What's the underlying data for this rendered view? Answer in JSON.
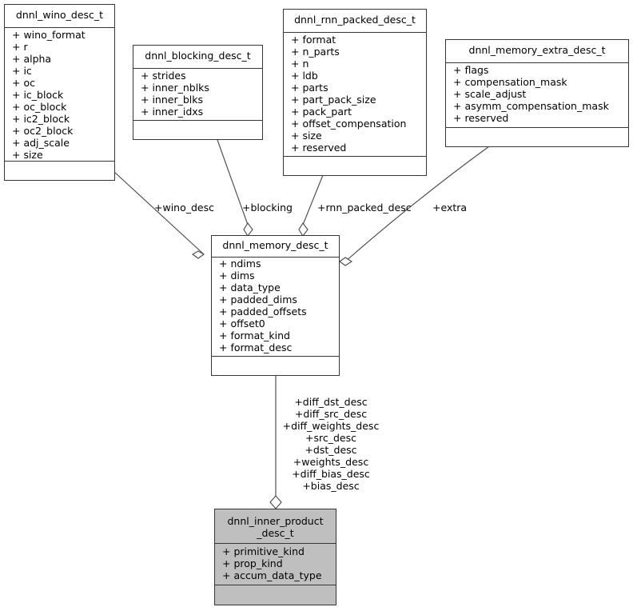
{
  "diagram": {
    "type": "uml-class-diagram",
    "title": "dnnl_inner_product_desc_t collaboration diagram",
    "colors": {
      "background": "#ffffff",
      "box_fill": "#ffffff",
      "box_fill_highlight": "#bfbfbf",
      "box_stroke": "#363636",
      "edge_stroke": "#4d4d4d",
      "text": "#000000"
    },
    "classes": [
      {
        "id": "dnnl_wino_desc_t",
        "name": "dnnl_wino_desc_t",
        "highlighted": false,
        "attributes": [
          "+ wino_format",
          "+ r",
          "+ alpha",
          "+ ic",
          "+ oc",
          "+ ic_block",
          "+ oc_block",
          "+ ic2_block",
          "+ oc2_block",
          "+ adj_scale",
          "+ size"
        ],
        "operations": []
      },
      {
        "id": "dnnl_blocking_desc_t",
        "name": "dnnl_blocking_desc_t",
        "highlighted": false,
        "attributes": [
          "+ strides",
          "+ inner_nblks",
          "+ inner_blks",
          "+ inner_idxs"
        ],
        "operations": []
      },
      {
        "id": "dnnl_rnn_packed_desc_t",
        "name": "dnnl_rnn_packed_desc_t",
        "highlighted": false,
        "attributes": [
          "+ format",
          "+ n_parts",
          "+ n",
          "+ ldb",
          "+ parts",
          "+ part_pack_size",
          "+ pack_part",
          "+ offset_compensation",
          "+ size",
          "+ reserved"
        ],
        "operations": []
      },
      {
        "id": "dnnl_memory_extra_desc_t",
        "name": "dnnl_memory_extra_desc_t",
        "highlighted": false,
        "attributes": [
          "+ flags",
          "+ compensation_mask",
          "+ scale_adjust",
          "+ asymm_compensation_mask",
          "+ reserved"
        ],
        "operations": []
      },
      {
        "id": "dnnl_memory_desc_t",
        "name": "dnnl_memory_desc_t",
        "highlighted": false,
        "attributes": [
          "+ ndims",
          "+ dims",
          "+ data_type",
          "+ padded_dims",
          "+ padded_offsets",
          "+ offset0",
          "+ format_kind",
          "+ format_desc"
        ],
        "operations": []
      },
      {
        "id": "dnnl_inner_product_desc_t",
        "name": "dnnl_inner_product\n_desc_t",
        "name_line1": "dnnl_inner_product",
        "name_line2": "_desc_t",
        "highlighted": true,
        "attributes": [
          "+ primitive_kind",
          "+ prop_kind",
          "+ accum_data_type"
        ],
        "operations": []
      }
    ],
    "edges": [
      {
        "from": "dnnl_wino_desc_t",
        "to": "dnnl_memory_desc_t",
        "kind": "aggregation",
        "labels": [
          "+wino_desc"
        ]
      },
      {
        "from": "dnnl_blocking_desc_t",
        "to": "dnnl_memory_desc_t",
        "kind": "aggregation",
        "labels": [
          "+blocking"
        ]
      },
      {
        "from": "dnnl_rnn_packed_desc_t",
        "to": "dnnl_memory_desc_t",
        "kind": "aggregation",
        "labels": [
          "+rnn_packed_desc"
        ]
      },
      {
        "from": "dnnl_memory_extra_desc_t",
        "to": "dnnl_memory_desc_t",
        "kind": "aggregation",
        "labels": [
          "+extra"
        ]
      },
      {
        "from": "dnnl_memory_desc_t",
        "to": "dnnl_inner_product_desc_t",
        "kind": "aggregation",
        "labels": [
          "+diff_dst_desc",
          "+diff_src_desc",
          "+diff_weights_desc",
          "+src_desc",
          "+dst_desc",
          "+weights_desc",
          "+diff_bias_desc",
          "+bias_desc"
        ]
      }
    ]
  }
}
